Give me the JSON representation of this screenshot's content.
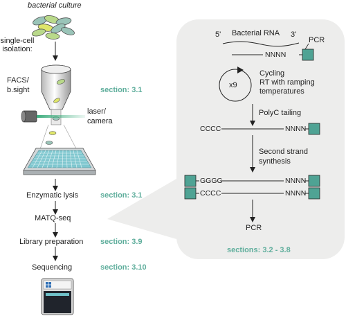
{
  "left": {
    "culture_label": "bacterial culture",
    "isolation_label_1": "single-cell",
    "isolation_label_2": "isolation:",
    "facs_label_1": "FACS/",
    "facs_label_2": "b.sight",
    "laser_label_1": "laser/",
    "laser_label_2": "camera",
    "steps": [
      {
        "label": "Enzymatic lysis",
        "section": "section: 3.1"
      },
      {
        "label": "MATQ-seq",
        "section": ""
      },
      {
        "label": "Library preparation",
        "section": "section: 3.9"
      },
      {
        "label": "Sequencing",
        "section": "section: 3.10"
      }
    ],
    "isolation_section": "section: 3.1"
  },
  "panel": {
    "five_prime": "5'",
    "rna_label": "Bacterial RNA",
    "three_prime": "3'",
    "pcr_top": "PCR",
    "nnnn": "NNNN",
    "x9": "x9",
    "cycling_1": "Cycling",
    "cycling_2": "RT with ramping",
    "cycling_3": "temperatures",
    "polyc": "PolyC tailing",
    "cccc": "CCCC",
    "second_1": "Second strand",
    "second_2": "synthesis",
    "gggg": "GGGG",
    "pcr_bottom": "PCR",
    "sections": "sections: 3.2 - 3.8"
  },
  "colors": {
    "teal": "#4fa394",
    "panel_bg": "#ededec",
    "section_text": "#5fae9c"
  }
}
